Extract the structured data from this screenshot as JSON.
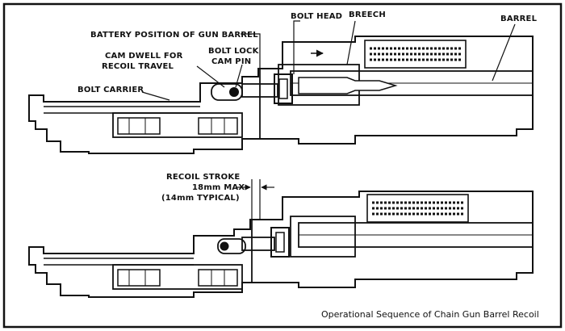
{
  "labels": {
    "battery_position": "BATTERY POSITION OF GUN BARREL",
    "bolt_head": "BOLT HEAD",
    "breech": "BREECH",
    "barrel": "BARREL",
    "cam_dwell_1": "CAM DWELL FOR",
    "cam_dwell_2": "RECOIL TRAVEL",
    "bolt_lock_1": "BOLT LOCK",
    "bolt_lock_2": "CAM PIN",
    "bolt_carrier": "BOLT CARRIER",
    "recoil_1": "RECOIL STROKE",
    "recoil_2": "18mm MAX",
    "recoil_3": "(14mm TYPICAL)"
  },
  "caption": "Operational Sequence of Chain Gun Barrel Recoil"
}
